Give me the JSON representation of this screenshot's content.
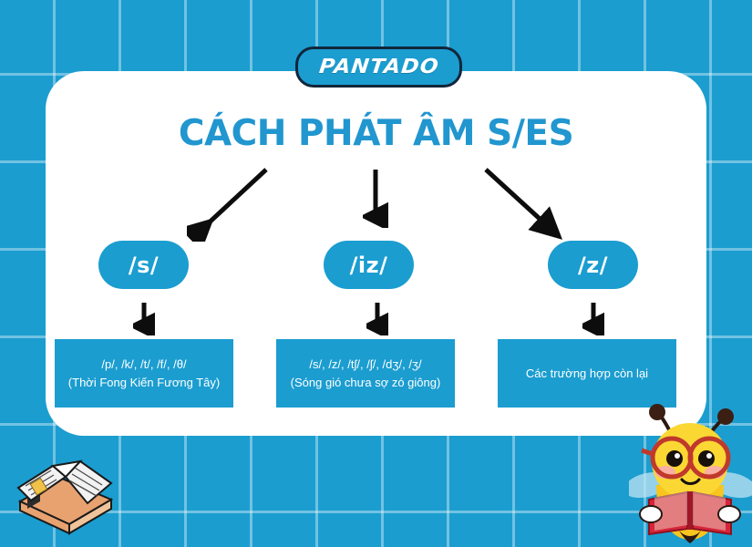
{
  "brand": {
    "logo_text": "PANTADO",
    "logo_bg": "#1b9dd0",
    "logo_border": "#12263a"
  },
  "background": {
    "color": "#1b9dd0",
    "grid_line_color": "#6fc6e8",
    "pattern": "grid"
  },
  "card": {
    "bg": "#ffffff",
    "title": "CÁCH PHÁT ÂM S/ES",
    "title_color": "#2196cf"
  },
  "accent_color": "#1b9dd0",
  "arrows": {
    "left": "diagonal-arrow-down-left",
    "center": "arrow-down",
    "right": "diagonal-arrow-down-right",
    "connector": "arrow-down"
  },
  "branches": [
    {
      "badge": "/s/",
      "box_line1": "/p/, /k/, /t/, /f/, /θ/",
      "box_line2": "(Thời Fong Kiến Fương Tây)"
    },
    {
      "badge": "/iz/",
      "box_line1": "/s/, /z/, /tʃ/, /ʃ/, /dʒ/, /ʒ/",
      "box_line2": "(Sóng gió chưa sợ zó giông)"
    },
    {
      "badge": "/z/",
      "box_line1": "Các trường hợp còn lại",
      "box_line2": ""
    }
  ],
  "decorations": {
    "books": "books-illustration",
    "bee": "bee-mascot-reading-book"
  }
}
